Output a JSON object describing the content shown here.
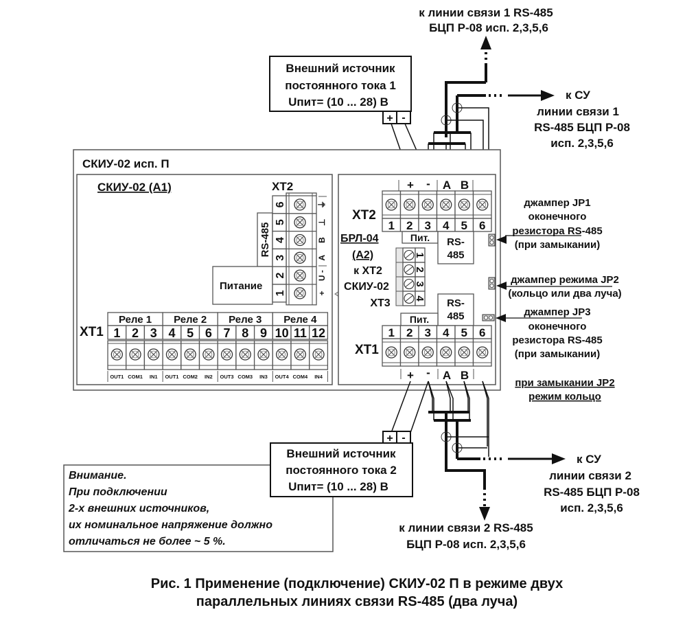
{
  "top_labels": {
    "line1_bus": [
      "к линии связи 1 RS-485",
      "БЦП Р-08 исп. 2,3,5,6"
    ],
    "line1_su": [
      "к СУ",
      "линии связи 1",
      "RS-485 БЦП Р-08",
      "исп. 2,3,5,6"
    ]
  },
  "power_source_1": {
    "lines": [
      "Внешний источник",
      "постоянного тока 1",
      "Uпит= (10 ... 28) В"
    ],
    "plus": "+",
    "minus": "-"
  },
  "power_source_2": {
    "lines": [
      "Внешний источник",
      "постоянного тока 2",
      "Uпит= (10 ... 28) В"
    ],
    "plus": "+",
    "minus": "-"
  },
  "device": {
    "title": "СКИУ-02 исп. П",
    "module_a1": {
      "title": "СКИУ-02  (А1)",
      "xt2_label": "ХТ2",
      "xt2_numbers": [
        "6",
        "5",
        "4",
        "3",
        "2",
        "1"
      ],
      "xt2_signals": [
        "⏚",
        "⊥",
        "B",
        "A",
        "U -",
        "+"
      ],
      "rs485_label": "RS-485",
      "power_label": "Питание",
      "xt1_label": "ХТ1",
      "relays": [
        "Реле 1",
        "Реле 2",
        "Реле 3",
        "Реле 4"
      ],
      "xt1_numbers": [
        "1",
        "2",
        "3",
        "4",
        "5",
        "6",
        "7",
        "8",
        "9",
        "10",
        "11",
        "12"
      ],
      "xt1_signals": [
        "OUT1",
        "COM1",
        "IN1",
        "OUT1",
        "COM2",
        "IN2",
        "OUT3",
        "COM3",
        "IN3",
        "OUT4",
        "COM4",
        "IN4"
      ]
    },
    "module_a2": {
      "title_lines": [
        "БРЛ-04",
        "(А2)"
      ],
      "note_lines": [
        "к ХТ2",
        "СКИУ-02",
        "ХТ3"
      ],
      "xt3_numbers": [
        "1",
        "2",
        "3",
        "4"
      ],
      "xt2_label": "ХТ2",
      "xt2_numbers": [
        "1",
        "2",
        "3",
        "4",
        "5",
        "6"
      ],
      "xt2_signals": [
        "+",
        "-",
        "A",
        "B"
      ],
      "xt1_label": "ХТ1",
      "xt1_numbers": [
        "1",
        "2",
        "3",
        "4",
        "5",
        "6"
      ],
      "xt1_signals": [
        "+",
        "-",
        "A",
        "B"
      ],
      "pit_label": "Пит.",
      "rs485_lines": [
        "RS-",
        "485"
      ]
    }
  },
  "jumpers": {
    "jp1": [
      "джампер JP1",
      "оконечного",
      "резистора RS-485",
      "(при замыкании)"
    ],
    "jp2": [
      "джампер режима JP2",
      "(кольцо или два луча)"
    ],
    "jp3": [
      "джампер JP3",
      "оконечного",
      "резистора RS-485",
      "(при замыкании)"
    ],
    "ring_note": [
      "при замыкании JP2",
      "режим кольцо"
    ]
  },
  "bottom_labels": {
    "line2_su": [
      "к СУ",
      "линии связи 2",
      "RS-485 БЦП Р-08",
      "исп. 2,3,5,6"
    ],
    "line2_bus": [
      "к линии связи 2 RS-485",
      "БЦП Р-08 исп. 2,3,5,6"
    ]
  },
  "warning": {
    "lines": [
      "Внимание.",
      "При подключении",
      "2-х внешних источников,",
      "их номинальное напряжение должно",
      "отличаться не более ~ 5 %."
    ]
  },
  "caption": {
    "lines": [
      "Рис. 1 Применение (подключение) СКИУ-02 П в режиме двух",
      "параллельных линиях связи RS-485 (два луча)"
    ]
  }
}
